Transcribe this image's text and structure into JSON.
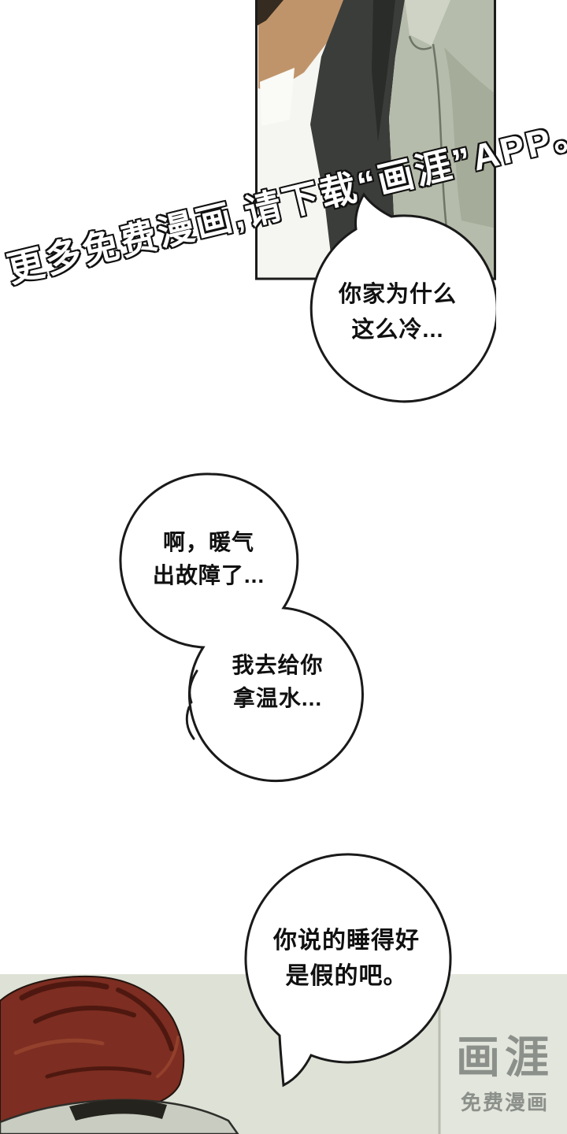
{
  "watermark": {
    "text": "更多免费漫画,请下载“画涯”APP。"
  },
  "bubbles": {
    "b1": {
      "lines": [
        "你家为什么",
        "这么冷..."
      ]
    },
    "b2_top": {
      "lines": [
        "啊，暖气",
        "出故障了..."
      ]
    },
    "b2_bottom": {
      "lines": [
        "我去给你",
        "拿温水..."
      ]
    },
    "b3": {
      "lines": [
        "你说的睡得好",
        "是假的吧。"
      ]
    }
  },
  "logo": {
    "name": "画涯",
    "tagline": "免费漫画"
  },
  "colors": {
    "page_bg": "#ffffff",
    "panel_top_bg": "#f5f5f1",
    "jacket_sage": "#b6bcab",
    "dark_garment": "#3b3d3a",
    "skin": "#c0946a",
    "hair_red": "#7d2d21",
    "panel_bottom_bg": "#dde1d6",
    "bubble_fill": "#ffffff",
    "line_black": "#1a1a1a",
    "logo_gray": "#808480"
  }
}
